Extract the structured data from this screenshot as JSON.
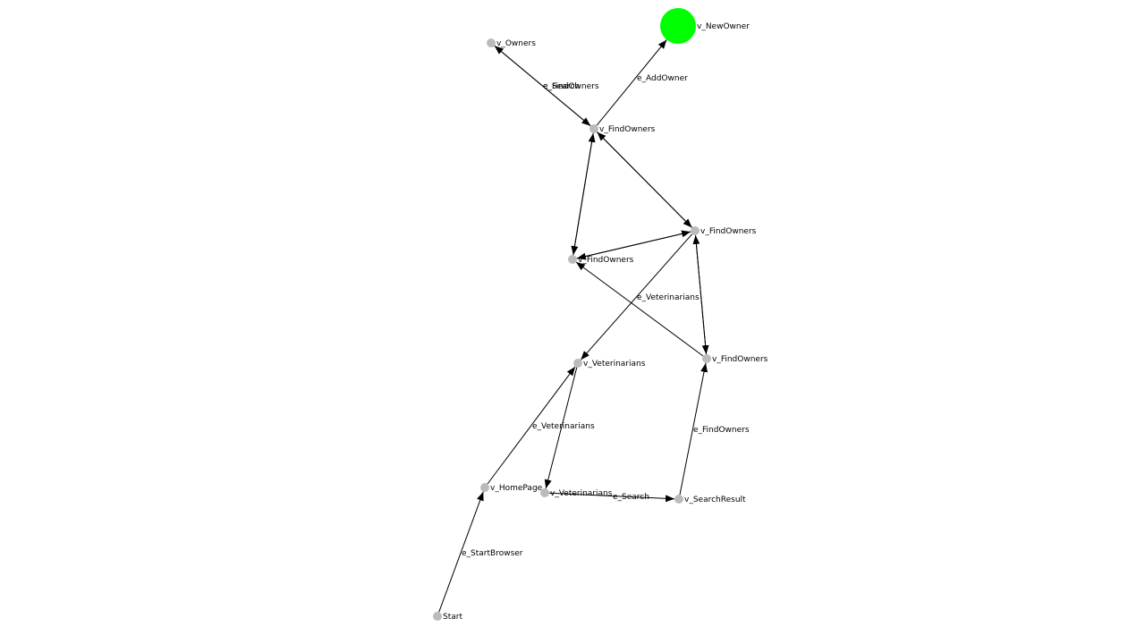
{
  "colors": {
    "node": "#bbbbbb",
    "active_node": "#00ff00",
    "edge": "#000000",
    "background": "#ffffff"
  },
  "graph": {
    "nodes": [
      {
        "id": "start",
        "label": "Start"
      },
      {
        "id": "homepage",
        "label": "v_HomePage"
      },
      {
        "id": "vet_top",
        "label": "v_Veterinarians"
      },
      {
        "id": "vet_bottom",
        "label": "v_Veterinarians"
      },
      {
        "id": "search_result",
        "label": "v_SearchResult"
      },
      {
        "id": "find_c",
        "label": "v_FindOwners"
      },
      {
        "id": "find_b",
        "label": "v_FindOwners"
      },
      {
        "id": "find_a",
        "label": "v_FindOwners"
      },
      {
        "id": "find_top",
        "label": "v_FindOwners"
      },
      {
        "id": "owners",
        "label": "v_Owners"
      },
      {
        "id": "new_owner",
        "label": "v_NewOwner",
        "active": true
      }
    ],
    "edges": [
      {
        "from": "start",
        "to": "homepage",
        "label": "e_StartBrowser"
      },
      {
        "from": "homepage",
        "to": "vet_top",
        "label": ""
      },
      {
        "from": "vet_top",
        "to": "vet_bottom",
        "label": "e_Veterinarians"
      },
      {
        "from": "vet_bottom",
        "to": "search_result",
        "label": "e_Search"
      },
      {
        "from": "search_result",
        "to": "find_c",
        "label": "e_FindOwners"
      },
      {
        "from": "find_b",
        "to": "vet_top",
        "label": "e_Veterinarians"
      },
      {
        "from": "find_c",
        "to": "find_a",
        "label": ""
      },
      {
        "from": "find_b",
        "to": "find_c",
        "label": ""
      },
      {
        "from": "find_c",
        "to": "find_b",
        "label": ""
      },
      {
        "from": "find_b",
        "to": "find_a",
        "label": ""
      },
      {
        "from": "find_a",
        "to": "find_b",
        "label": ""
      },
      {
        "from": "find_top",
        "to": "find_b",
        "label": ""
      },
      {
        "from": "find_b",
        "to": "find_top",
        "label": ""
      },
      {
        "from": "find_top",
        "to": "find_a",
        "label": ""
      },
      {
        "from": "find_a",
        "to": "find_top",
        "label": ""
      },
      {
        "from": "find_top",
        "to": "owners",
        "label": "e_Search"
      },
      {
        "from": "owners",
        "to": "find_top",
        "label": "e_FindOwners"
      },
      {
        "from": "find_top",
        "to": "new_owner",
        "label": "e_AddOwner"
      }
    ]
  }
}
